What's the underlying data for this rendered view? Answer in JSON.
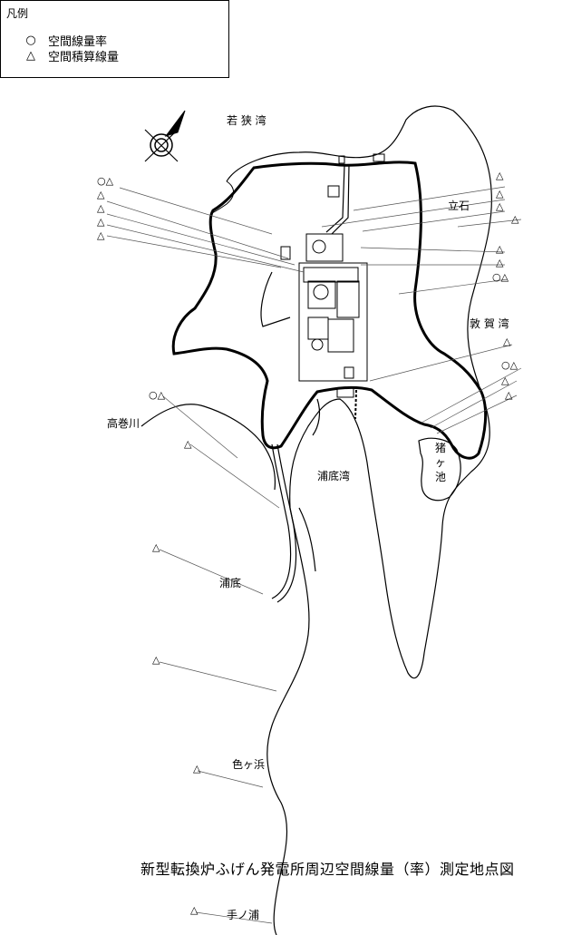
{
  "legend": {
    "title": "凡例",
    "items": [
      {
        "symbol": "○",
        "label": "空間線量率"
      },
      {
        "symbol": "△",
        "label": "空間積算線量"
      }
    ]
  },
  "title": "新型転換炉ふげん発電所周辺空間線量（率）測定地点図",
  "places": {
    "wakasa_bay": "若 狭 湾",
    "tateishi": "立石",
    "tsuruga_bay": "敦 賀 湾",
    "takamaki_river": "高巻川",
    "urasoko_bay": "浦底湾",
    "inogaike": [
      "猪",
      "ヶ",
      "池"
    ],
    "urasoko": "浦底",
    "irogahama": "色ヶ浜",
    "tenoura": "手ノ浦"
  },
  "markers": {
    "left_1": "○△",
    "left_2": "△",
    "left_3": "△",
    "left_4": "△",
    "left_5": "△",
    "right_1": "△",
    "right_2": "△",
    "right_3": "△",
    "right_4": "△",
    "right_5": "△",
    "right_6": "△",
    "right_7": "○△",
    "right_8": "△",
    "right_9": "○△",
    "right_10": "△",
    "right_11": "△",
    "takamaki_1": "○△",
    "takamaki_2": "△",
    "urasoko_1": "△",
    "urasoko_2": "△",
    "irogahama_1": "△",
    "tenoura_1": "△"
  }
}
